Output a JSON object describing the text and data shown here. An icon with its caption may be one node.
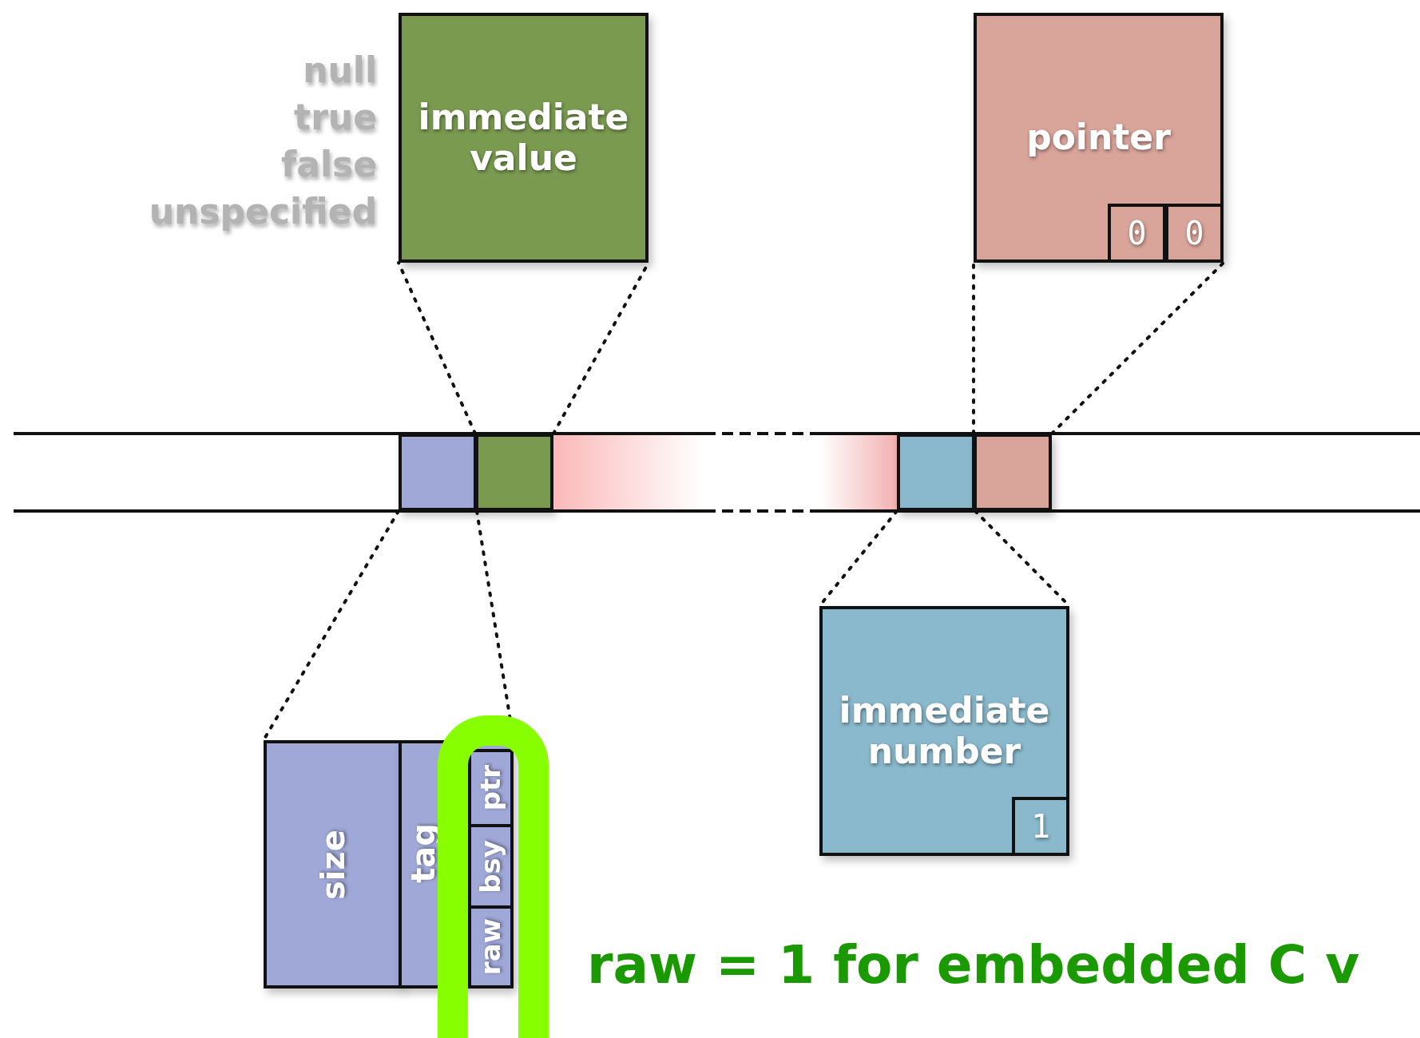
{
  "diagram": {
    "nodes": [
      {
        "text": [
          "immediate value"
        ],
        "beside": [
          "null",
          "true",
          "false",
          "unspecified"
        ]
      },
      {
        "text": [
          "pointer"
        ]
      },
      {
        "text": [
          "0"
        ],
        "in": 1
      },
      {
        "text": [
          "0"
        ],
        "in": 1
      },
      {
        "text": [],
        "shape": "box"
      },
      {
        "text": [],
        "shape": "box"
      },
      {
        "text": [],
        "shape": "bar"
      },
      {
        "text": [],
        "shape": "bar"
      },
      {
        "text": [],
        "shape": "box"
      },
      {
        "text": [],
        "shape": "box"
      },
      {
        "text": [
          "immediate number"
        ]
      },
      {
        "text": [
          "1"
        ],
        "in": 10
      },
      {
        "text": [
          "size"
        ]
      },
      {
        "text": [
          "tag"
        ]
      },
      {
        "text": [
          "ptr"
        ],
        "in": 13
      },
      {
        "text": [
          "bsy"
        ],
        "in": 13
      },
      {
        "text": [
          "raw"
        ],
        "in": 13
      }
    ],
    "edges": [
      {
        "from": 5,
        "to": 0,
        "arrow": "none",
        "style": "dashed"
      },
      {
        "from": 5,
        "to": 0,
        "arrow": "none",
        "style": "dashed"
      },
      {
        "from": 9,
        "to": 1,
        "arrow": "none",
        "style": "dashed"
      },
      {
        "from": 9,
        "to": 1,
        "arrow": "none",
        "style": "dashed"
      },
      {
        "from": 4,
        "to": 12,
        "arrow": "none",
        "style": "dashed"
      },
      {
        "from": 4,
        "to": 13,
        "arrow": "none",
        "style": "dashed"
      },
      {
        "from": 8,
        "to": 10,
        "arrow": "none",
        "style": "dashed"
      },
      {
        "from": 8,
        "to": 10,
        "arrow": "none",
        "style": "dashed"
      }
    ],
    "labels": [
      "raw = 1 for embedded C v"
    ]
  }
}
